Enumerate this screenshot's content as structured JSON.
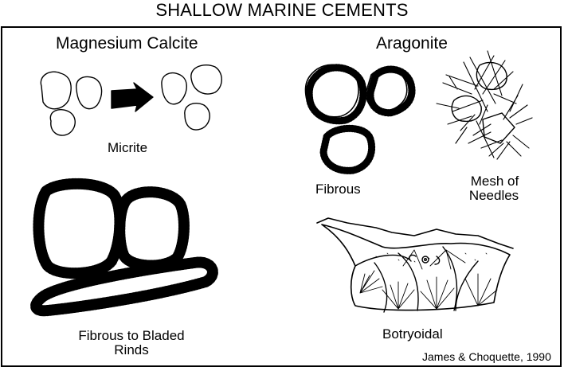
{
  "title": "SHALLOW MARINE CEMENTS",
  "sections": {
    "mg_calcite": "Magnesium Calcite",
    "aragonite": "Aragonite"
  },
  "captions": {
    "micrite": "Micrite",
    "fibrous_bladed_line1": "Fibrous to Bladed",
    "fibrous_bladed_line2": "Rinds",
    "fibrous": "Fibrous",
    "mesh_line1": "Mesh of",
    "mesh_line2": "Needles",
    "botryoidal": "Botryoidal"
  },
  "citation": "James & Choquette, 1990"
}
